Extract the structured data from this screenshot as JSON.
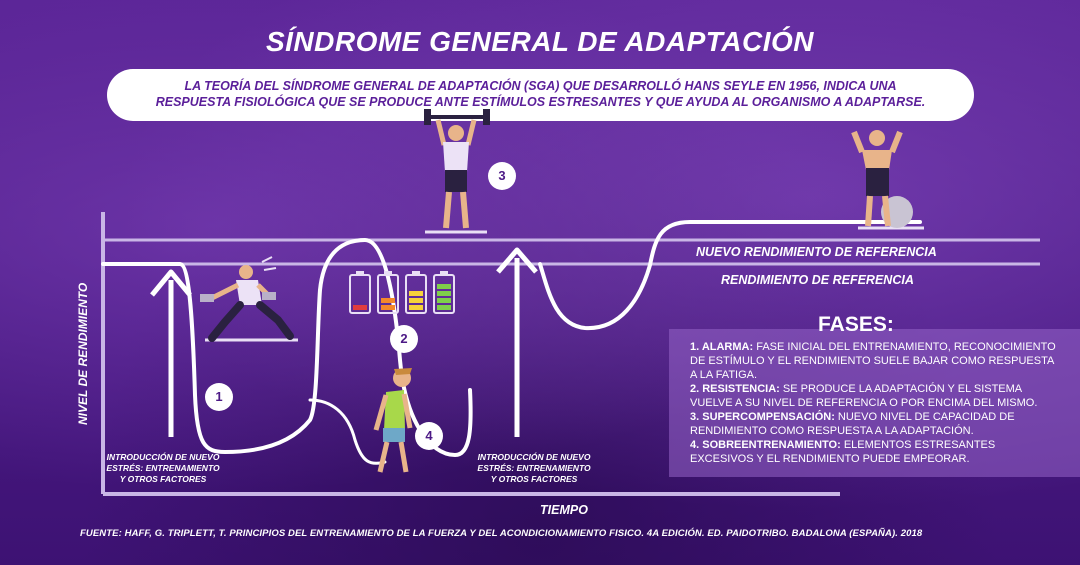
{
  "title": "SÍNDROME GENERAL DE ADAPTACIÓN",
  "intro": {
    "line1": "LA TEORÍA DEL SÍNDROME GENERAL DE ADAPTACIÓN (SGA) QUE DESARROLLÓ HANS SEYLE EN 1956, INDICA UNA",
    "line2": "RESPUESTA FISIOLÓGICA QUE SE PRODUCE ANTE ESTÍMULOS ESTRESANTES Y QUE AYUDA AL ORGANISMO A ADAPTARSE."
  },
  "diagram": {
    "y_axis_label": "NIVEL DE RENDIMIENTO",
    "x_axis_label": "TIEMPO",
    "new_reference_label": "NUEVO RENDIMIENTO DE REFERENCIA",
    "reference_label": "RENDIMIENTO DE REFERENCIA",
    "steps": [
      "1",
      "2",
      "3",
      "4"
    ],
    "intro_note": {
      "line1": "INTRODUCCIÓN DE NUEVO",
      "line2": "ESTRÉS: ENTRENAMIENTO",
      "line3": "Y OTROS FACTORES"
    },
    "battery_colors": [
      "#e23d3d",
      "#f5882a",
      "#f7d23a",
      "#7fcf4a"
    ]
  },
  "phases": {
    "title": "FASES:",
    "items": [
      {
        "name": "1. ALARMA:",
        "text": " FASE INICIAL DEL ENTRENAMIENTO, RECONOCIMIENTO DE ESTÍMULO Y EL RENDIMIENTO SUELE BAJAR COMO RESPUESTA A LA FATIGA."
      },
      {
        "name": "2. RESISTENCIA:",
        "text": " SE PRODUCE LA ADAPTACIÓN Y EL SISTEMA VUELVE A SU NIVEL DE REFERENCIA O POR ENCIMA DEL MISMO."
      },
      {
        "name": "3. SUPERCOMPENSACIÓN:",
        "text": " NUEVO NIVEL DE CAPACIDAD DE RENDIMIENTO COMO RESPUESTA A LA ADAPTACIÓN."
      },
      {
        "name": "4. SOBREENTRENAMIENTO:",
        "text": " ELEMENTOS ESTRESANTES EXCESIVOS Y EL RENDIMIENTO PUEDE EMPEORAR."
      }
    ]
  },
  "source": "FUENTE: HAFF, G. TRIPLETT, T. PRINCIPIOS DEL ENTRENAMIENTO DE LA FUERZA Y DEL ACONDICIONAMIENTO FISICO. 4A EDICIÓN. ED. PAIDOTRIBO. BADALONA (ESPAÑA). 2018",
  "colors": {
    "background": "#4d1a86",
    "accent_purple": "#5b1f9a",
    "line": "#ffffff",
    "axis": "#c9b6e6"
  }
}
